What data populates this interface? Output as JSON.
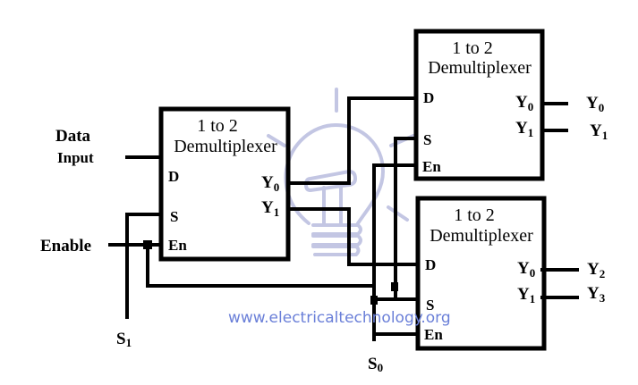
{
  "diagram": {
    "type": "1-to-4 demultiplexer built from three 1-to-2 demultiplexers",
    "blocks": [
      {
        "id": "demux-a",
        "title_line1": "1 to 2",
        "title_line2": "Demultiplexer",
        "pin_d": "D",
        "pin_s": "S",
        "pin_en": "En",
        "out0": "Y",
        "out0_sub": "0",
        "out1": "Y",
        "out1_sub": "1"
      },
      {
        "id": "demux-b",
        "title_line1": "1 to 2",
        "title_line2": "Demultiplexer",
        "pin_d": "D",
        "pin_s": "S",
        "pin_en": "En",
        "out0": "Y",
        "out0_sub": "0",
        "out1": "Y",
        "out1_sub": "1"
      },
      {
        "id": "demux-c",
        "title_line1": "1 to 2",
        "title_line2": "Demultiplexer",
        "pin_d": "D",
        "pin_s": "S",
        "pin_en": "En",
        "out0": "Y",
        "out0_sub": "0",
        "out1": "Y",
        "out1_sub": "1"
      }
    ],
    "inputs": {
      "data_line1": "Data",
      "data_line2": "Input",
      "enable": "Enable",
      "s1": "S",
      "s1_sub": "1",
      "s0": "S",
      "s0_sub": "0"
    },
    "outputs": [
      {
        "label": "Y",
        "sub": "0"
      },
      {
        "label": "Y",
        "sub": "1"
      },
      {
        "label": "Y",
        "sub": "2"
      },
      {
        "label": "Y",
        "sub": "3"
      }
    ],
    "watermark": "www.electricaltechnology.org"
  }
}
